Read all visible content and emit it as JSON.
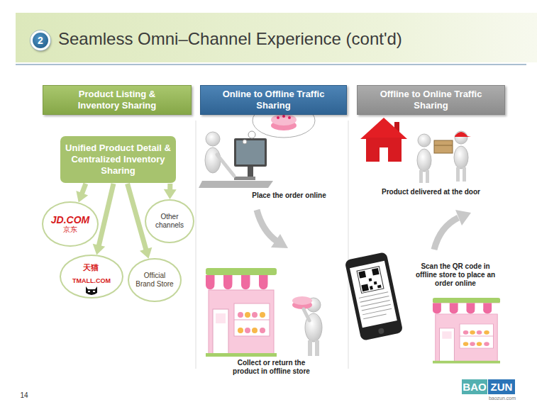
{
  "diagram": {
    "title": "Seamless Omni–Channel Experience (cont'd)",
    "nodes": [
      {
        "text": [
          "2"
        ]
      },
      {
        "text": [
          "Product Listing & Inventory Sharing"
        ]
      },
      {
        "text": [
          "Online to Offline Traffic Sharing"
        ]
      },
      {
        "text": [
          "Offline to Online Traffic Sharing"
        ]
      },
      {
        "text": [
          "Unified Product Detail & Centralized Inventory Sharing"
        ]
      },
      {
        "text": [
          "JD.COM",
          "京东"
        ]
      },
      {
        "text": [
          "Other channels"
        ]
      },
      {
        "text": [
          "天猫",
          "TMALL.COM"
        ]
      },
      {
        "text": [
          "Official Brand Store"
        ]
      }
    ],
    "edges": [
      {
        "from": 4,
        "to": 5,
        "arrow": "to"
      },
      {
        "from": 4,
        "to": 6,
        "arrow": "to"
      },
      {
        "from": 4,
        "to": 7,
        "arrow": "to"
      },
      {
        "from": 4,
        "to": 8,
        "arrow": "to"
      }
    ],
    "labels": [
      "Place the order online",
      "Collect or return the product in offline store",
      "Product delivered at the door",
      "Scan the QR code in offline store to place an order online",
      "14",
      "BAO",
      "ZUN",
      "baozun.com"
    ]
  }
}
